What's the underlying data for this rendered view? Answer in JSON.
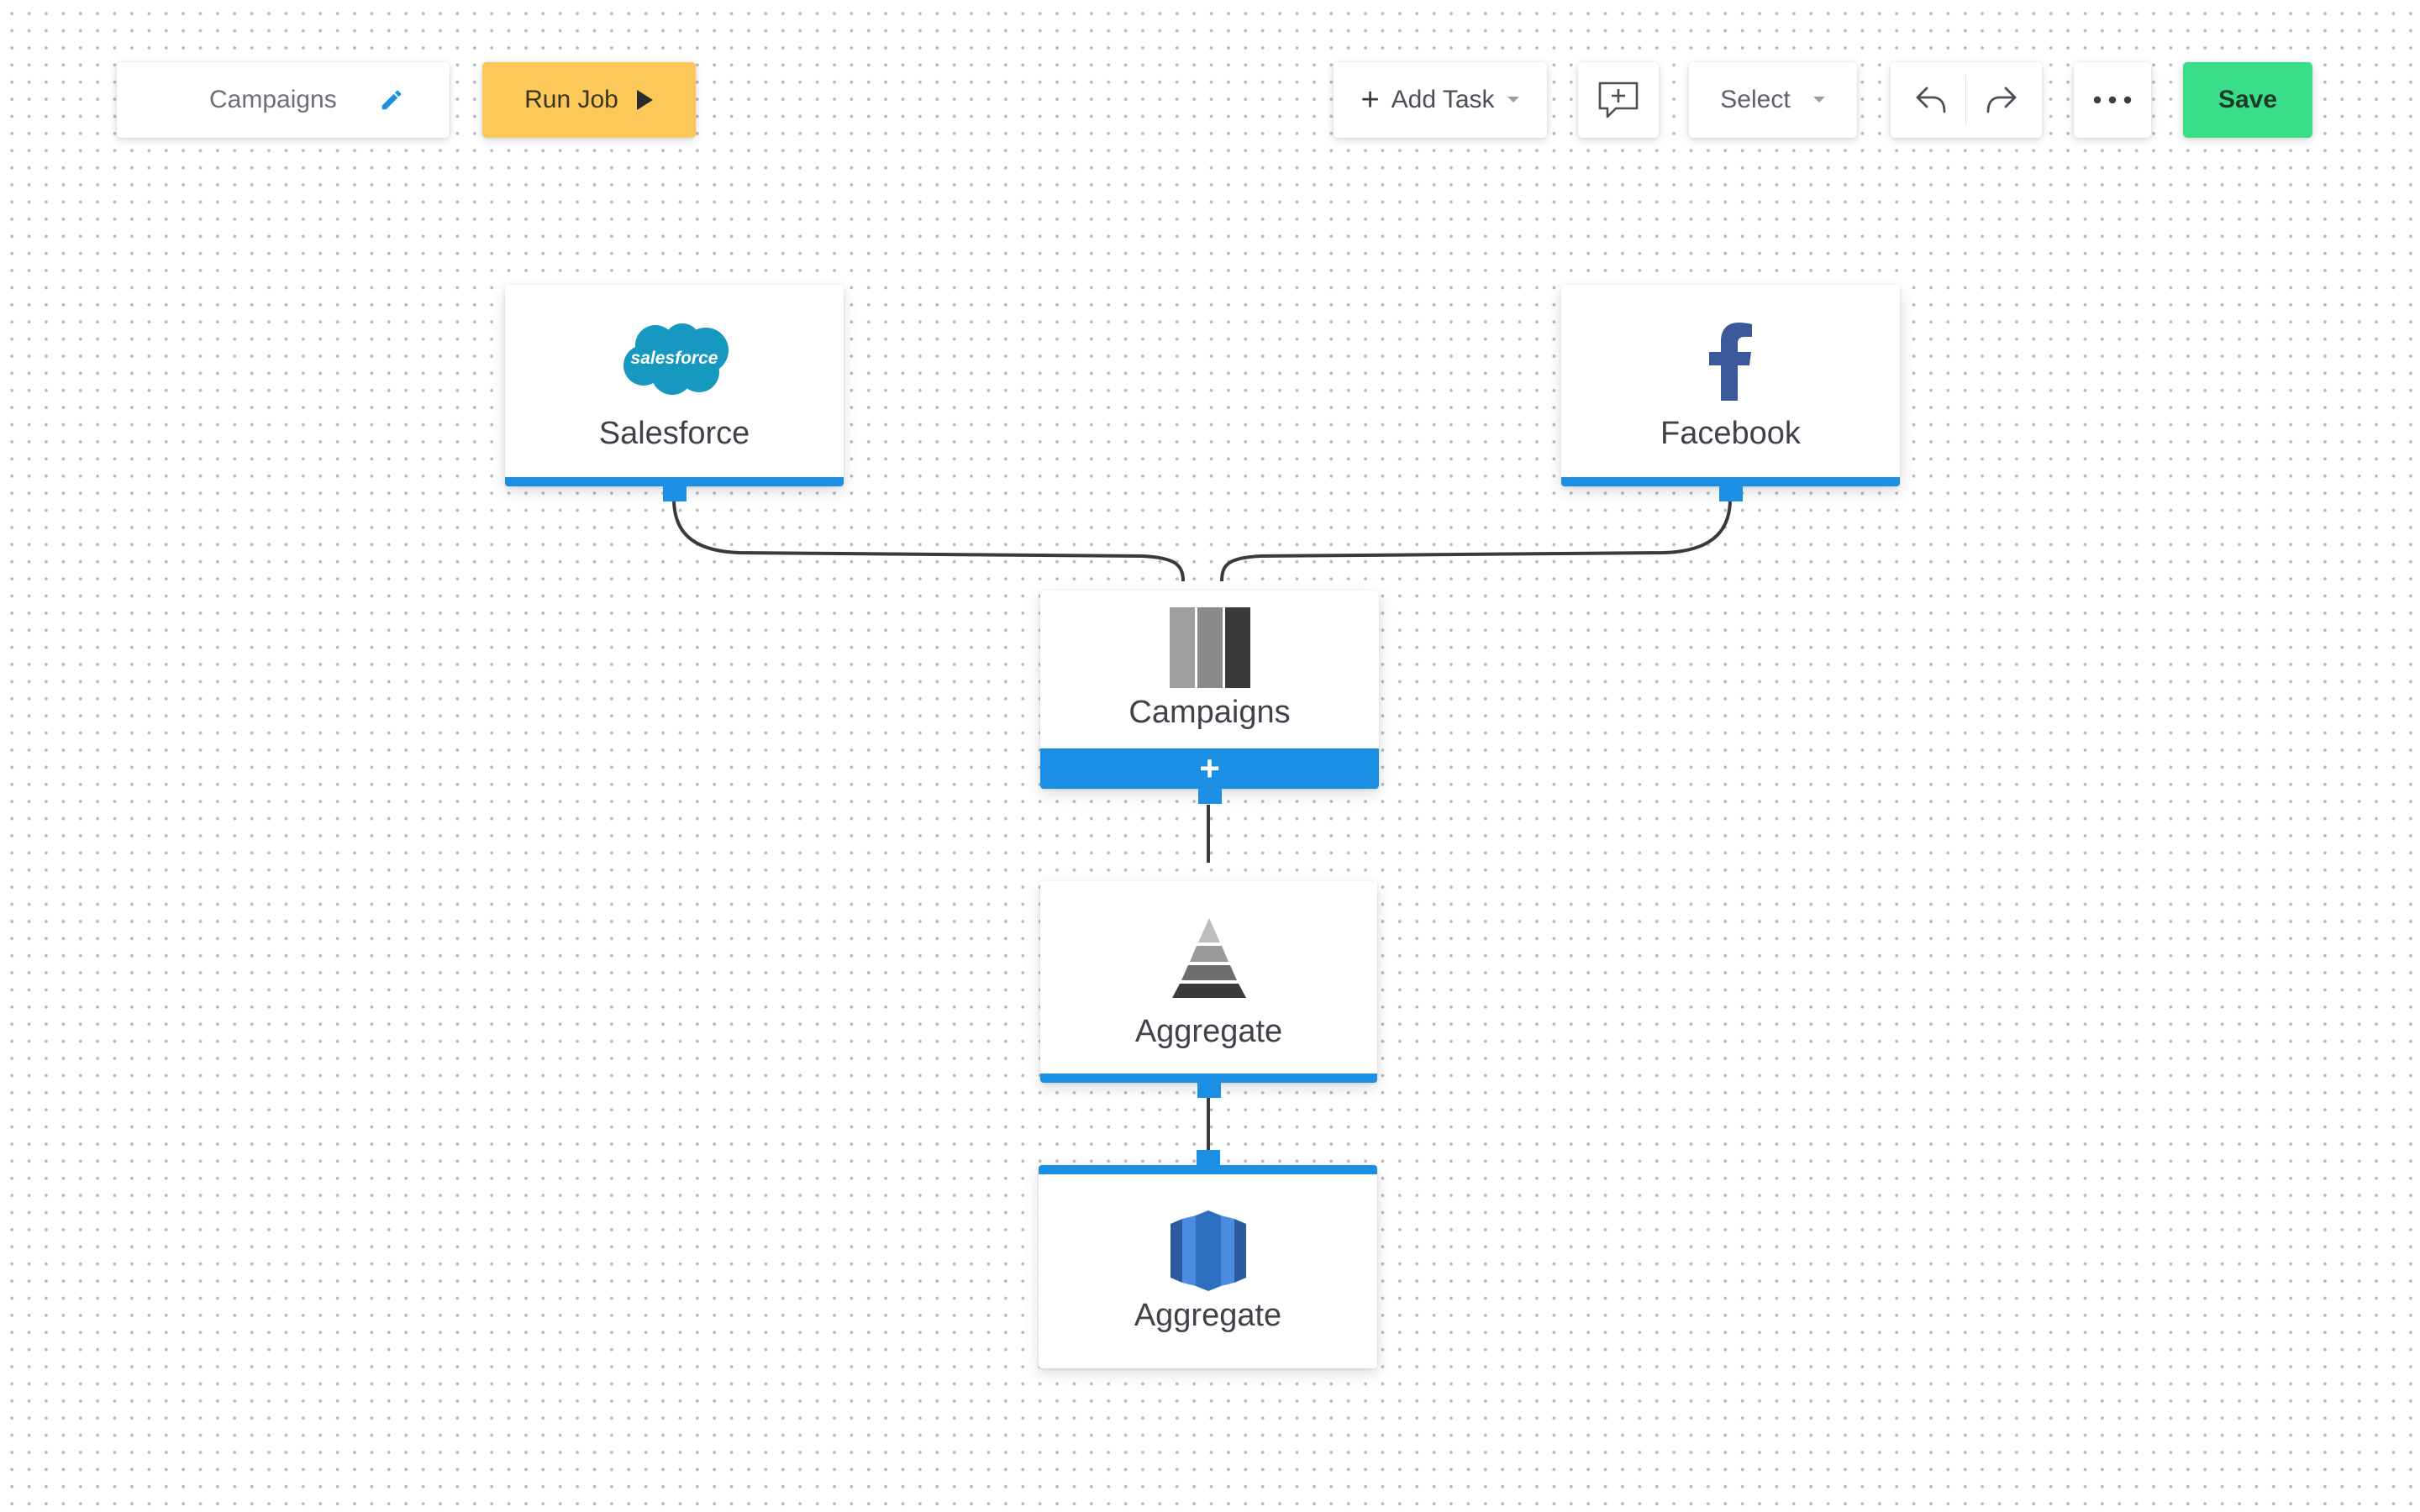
{
  "toolbar": {
    "workflow_name": "Campaigns",
    "run_label": "Run Job",
    "add_task_label": "Add Task",
    "select_label": "Select",
    "save_label": "Save"
  },
  "nodes": {
    "salesforce": {
      "label": "Salesforce",
      "logo_text": "salesforce",
      "icon": "salesforce-cloud-icon"
    },
    "facebook": {
      "label": "Facebook",
      "icon": "facebook-f-icon"
    },
    "campaigns": {
      "label": "Campaigns",
      "icon": "table-columns-icon",
      "add_symbol": "+"
    },
    "aggregate1": {
      "label": "Aggregate",
      "icon": "pyramid-icon"
    },
    "aggregate2": {
      "label": "Aggregate",
      "icon": "redshift-database-icon"
    }
  },
  "colors": {
    "accent_blue": "#1a8fe3",
    "run_yellow": "#fdc85a",
    "save_green": "#3bde88",
    "connector": "#3a3a3a",
    "salesforce_blue": "#1798c1",
    "facebook_blue": "#3b5998"
  }
}
